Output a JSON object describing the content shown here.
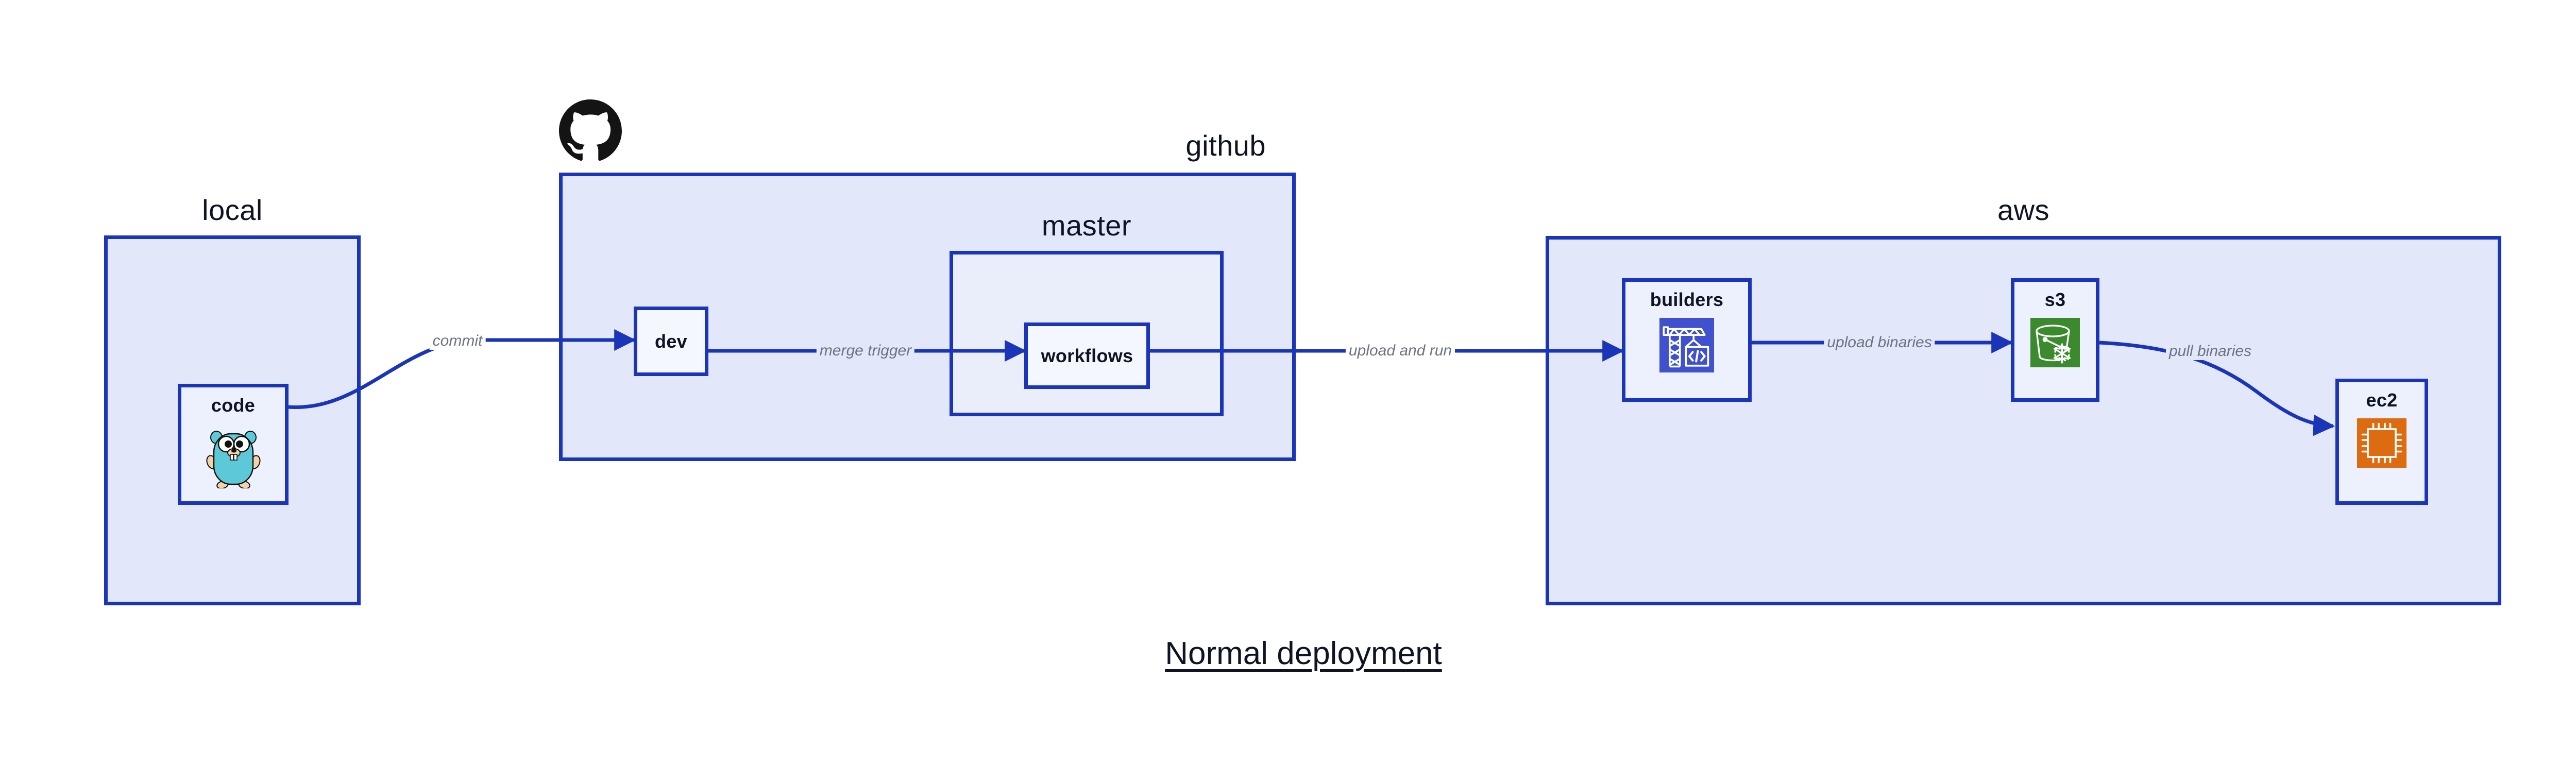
{
  "diagram": {
    "title": "Normal deployment",
    "background_color": "#ffffff",
    "accent_color": "#1a35b8",
    "group_fill_color": "#e3e7fa",
    "node_fill_color": "#edf1fd",
    "label_color": "#0f1424",
    "edge_label_color": "#6e7382"
  },
  "groups": [
    {
      "id": "local",
      "label": "local",
      "label_position": "top-center"
    },
    {
      "id": "github",
      "label": "github",
      "label_position": "top-right",
      "logo": "github-octocat-icon"
    },
    {
      "id": "master",
      "label": "master",
      "label_position": "top-center"
    },
    {
      "id": "aws",
      "label": "aws",
      "label_position": "top-center"
    }
  ],
  "nodes": [
    {
      "id": "code",
      "label": "code",
      "icon": "golang-gopher-icon",
      "parent": "local"
    },
    {
      "id": "dev",
      "label": "dev",
      "icon": null,
      "parent": "github"
    },
    {
      "id": "workflows",
      "label": "workflows",
      "icon": null,
      "parent": "master"
    },
    {
      "id": "builders",
      "label": "builders",
      "icon": "crane-code-icon",
      "icon_color": "#3f51cc",
      "parent": "aws"
    },
    {
      "id": "s3",
      "label": "s3",
      "icon": "s3-bucket-glacier-icon",
      "icon_color": "#3c8a2e",
      "parent": "aws"
    },
    {
      "id": "ec2",
      "label": "ec2",
      "icon": "ec2-cpu-chip-icon",
      "icon_color": "#dd6b10",
      "parent": "aws"
    }
  ],
  "edges": [
    {
      "id": "commit",
      "label": "commit",
      "from": "code",
      "to": "dev",
      "style": "curved"
    },
    {
      "id": "merge-trigger",
      "label": "merge trigger",
      "from": "dev",
      "to": "workflows",
      "style": "straight"
    },
    {
      "id": "upload-and-run",
      "label": "upload and run",
      "from": "workflows",
      "to": "builders",
      "style": "straight"
    },
    {
      "id": "upload-binaries",
      "label": "upload binaries",
      "from": "builders",
      "to": "s3",
      "style": "straight"
    },
    {
      "id": "pull-binaries",
      "label": "pull binaries",
      "from": "s3",
      "to": "ec2",
      "style": "curved"
    }
  ]
}
